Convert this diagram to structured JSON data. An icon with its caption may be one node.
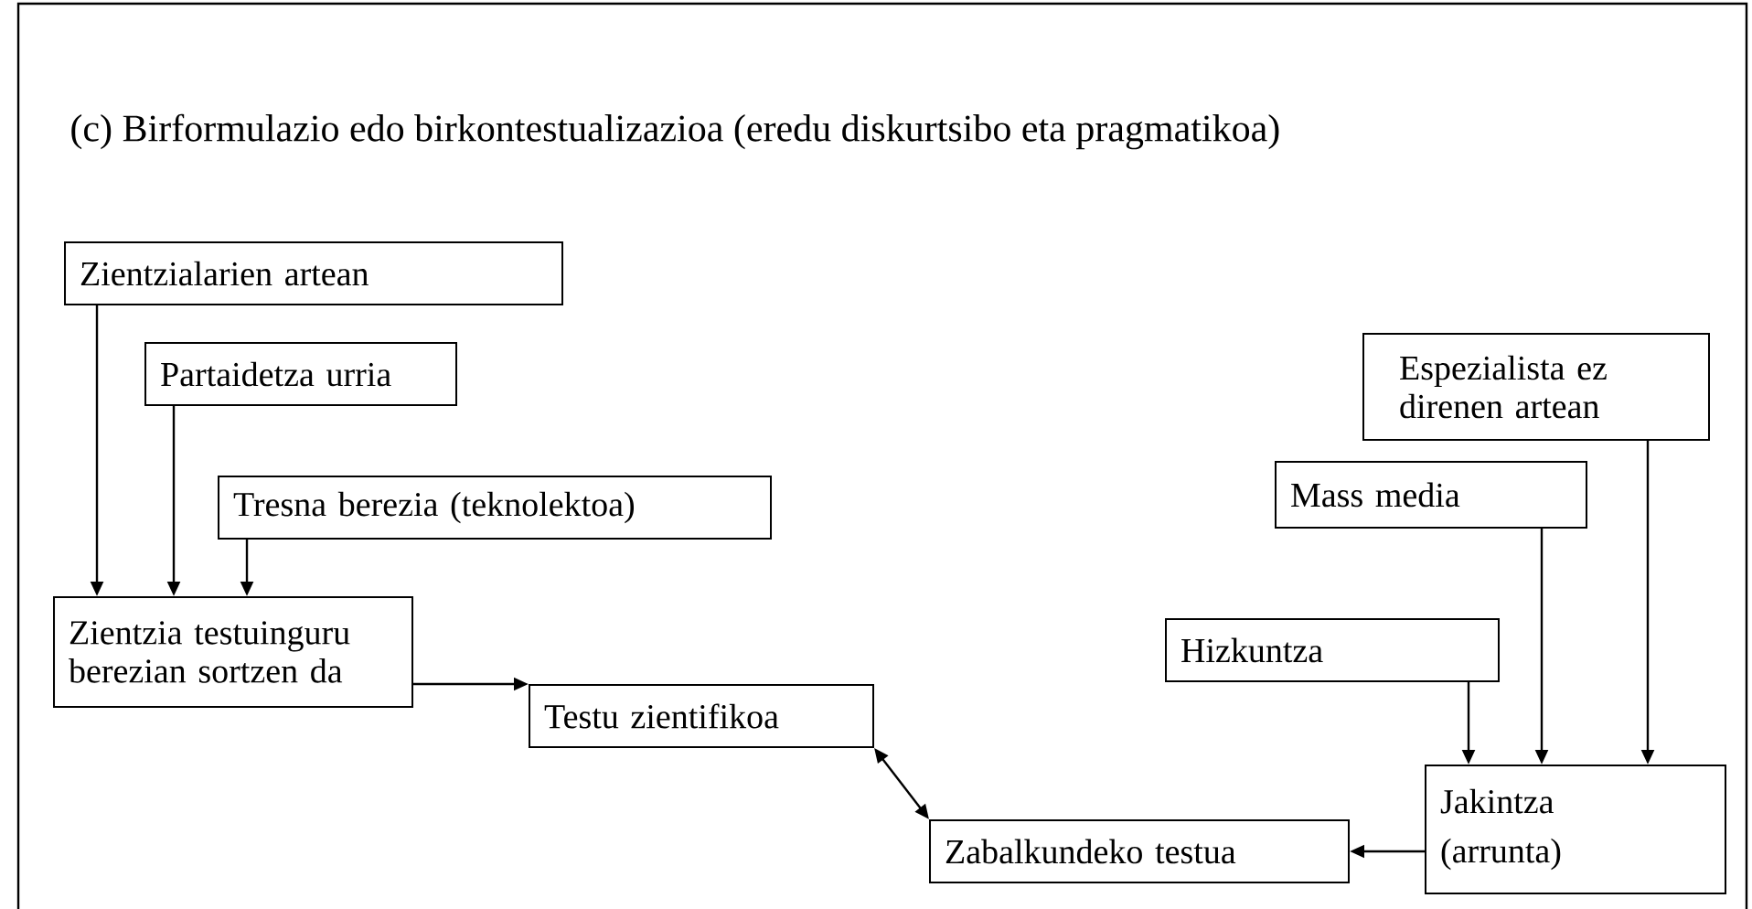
{
  "diagram": {
    "title": "(c) Birformulazio edo birkontestualizazioa (eredu diskurtsibo eta pragmatikoa)",
    "nodes": [
      {
        "text": [
          "Zientzialarien artean"
        ]
      },
      {
        "text": [
          "Partaidetza urria"
        ]
      },
      {
        "text": [
          "Tresna berezia (teknolektoa)"
        ]
      },
      {
        "text": [
          "Zientzia testuinguru berezian sortzen da"
        ]
      },
      {
        "text": [
          "Testu zientifikoa"
        ]
      },
      {
        "text": [
          "Espezialista ez direnen artean"
        ]
      },
      {
        "text": [
          "Mass media"
        ]
      },
      {
        "text": [
          "Hizkuntza"
        ]
      },
      {
        "text": [
          "Jakintza",
          "(arrunta)"
        ]
      },
      {
        "text": [
          "Zabalkundeko testua"
        ]
      }
    ],
    "edges": [
      {
        "from": 0,
        "to": 3,
        "arrow": "to"
      },
      {
        "from": 1,
        "to": 3,
        "arrow": "to"
      },
      {
        "from": 2,
        "to": 3,
        "arrow": "to"
      },
      {
        "from": 3,
        "to": 4,
        "arrow": "to"
      },
      {
        "from": 4,
        "to": 9,
        "arrow": "both"
      },
      {
        "from": 5,
        "to": 8,
        "arrow": "to"
      },
      {
        "from": 6,
        "to": 8,
        "arrow": "to"
      },
      {
        "from": 7,
        "to": 8,
        "arrow": "to"
      },
      {
        "from": 8,
        "to": 9,
        "arrow": "to"
      }
    ]
  }
}
